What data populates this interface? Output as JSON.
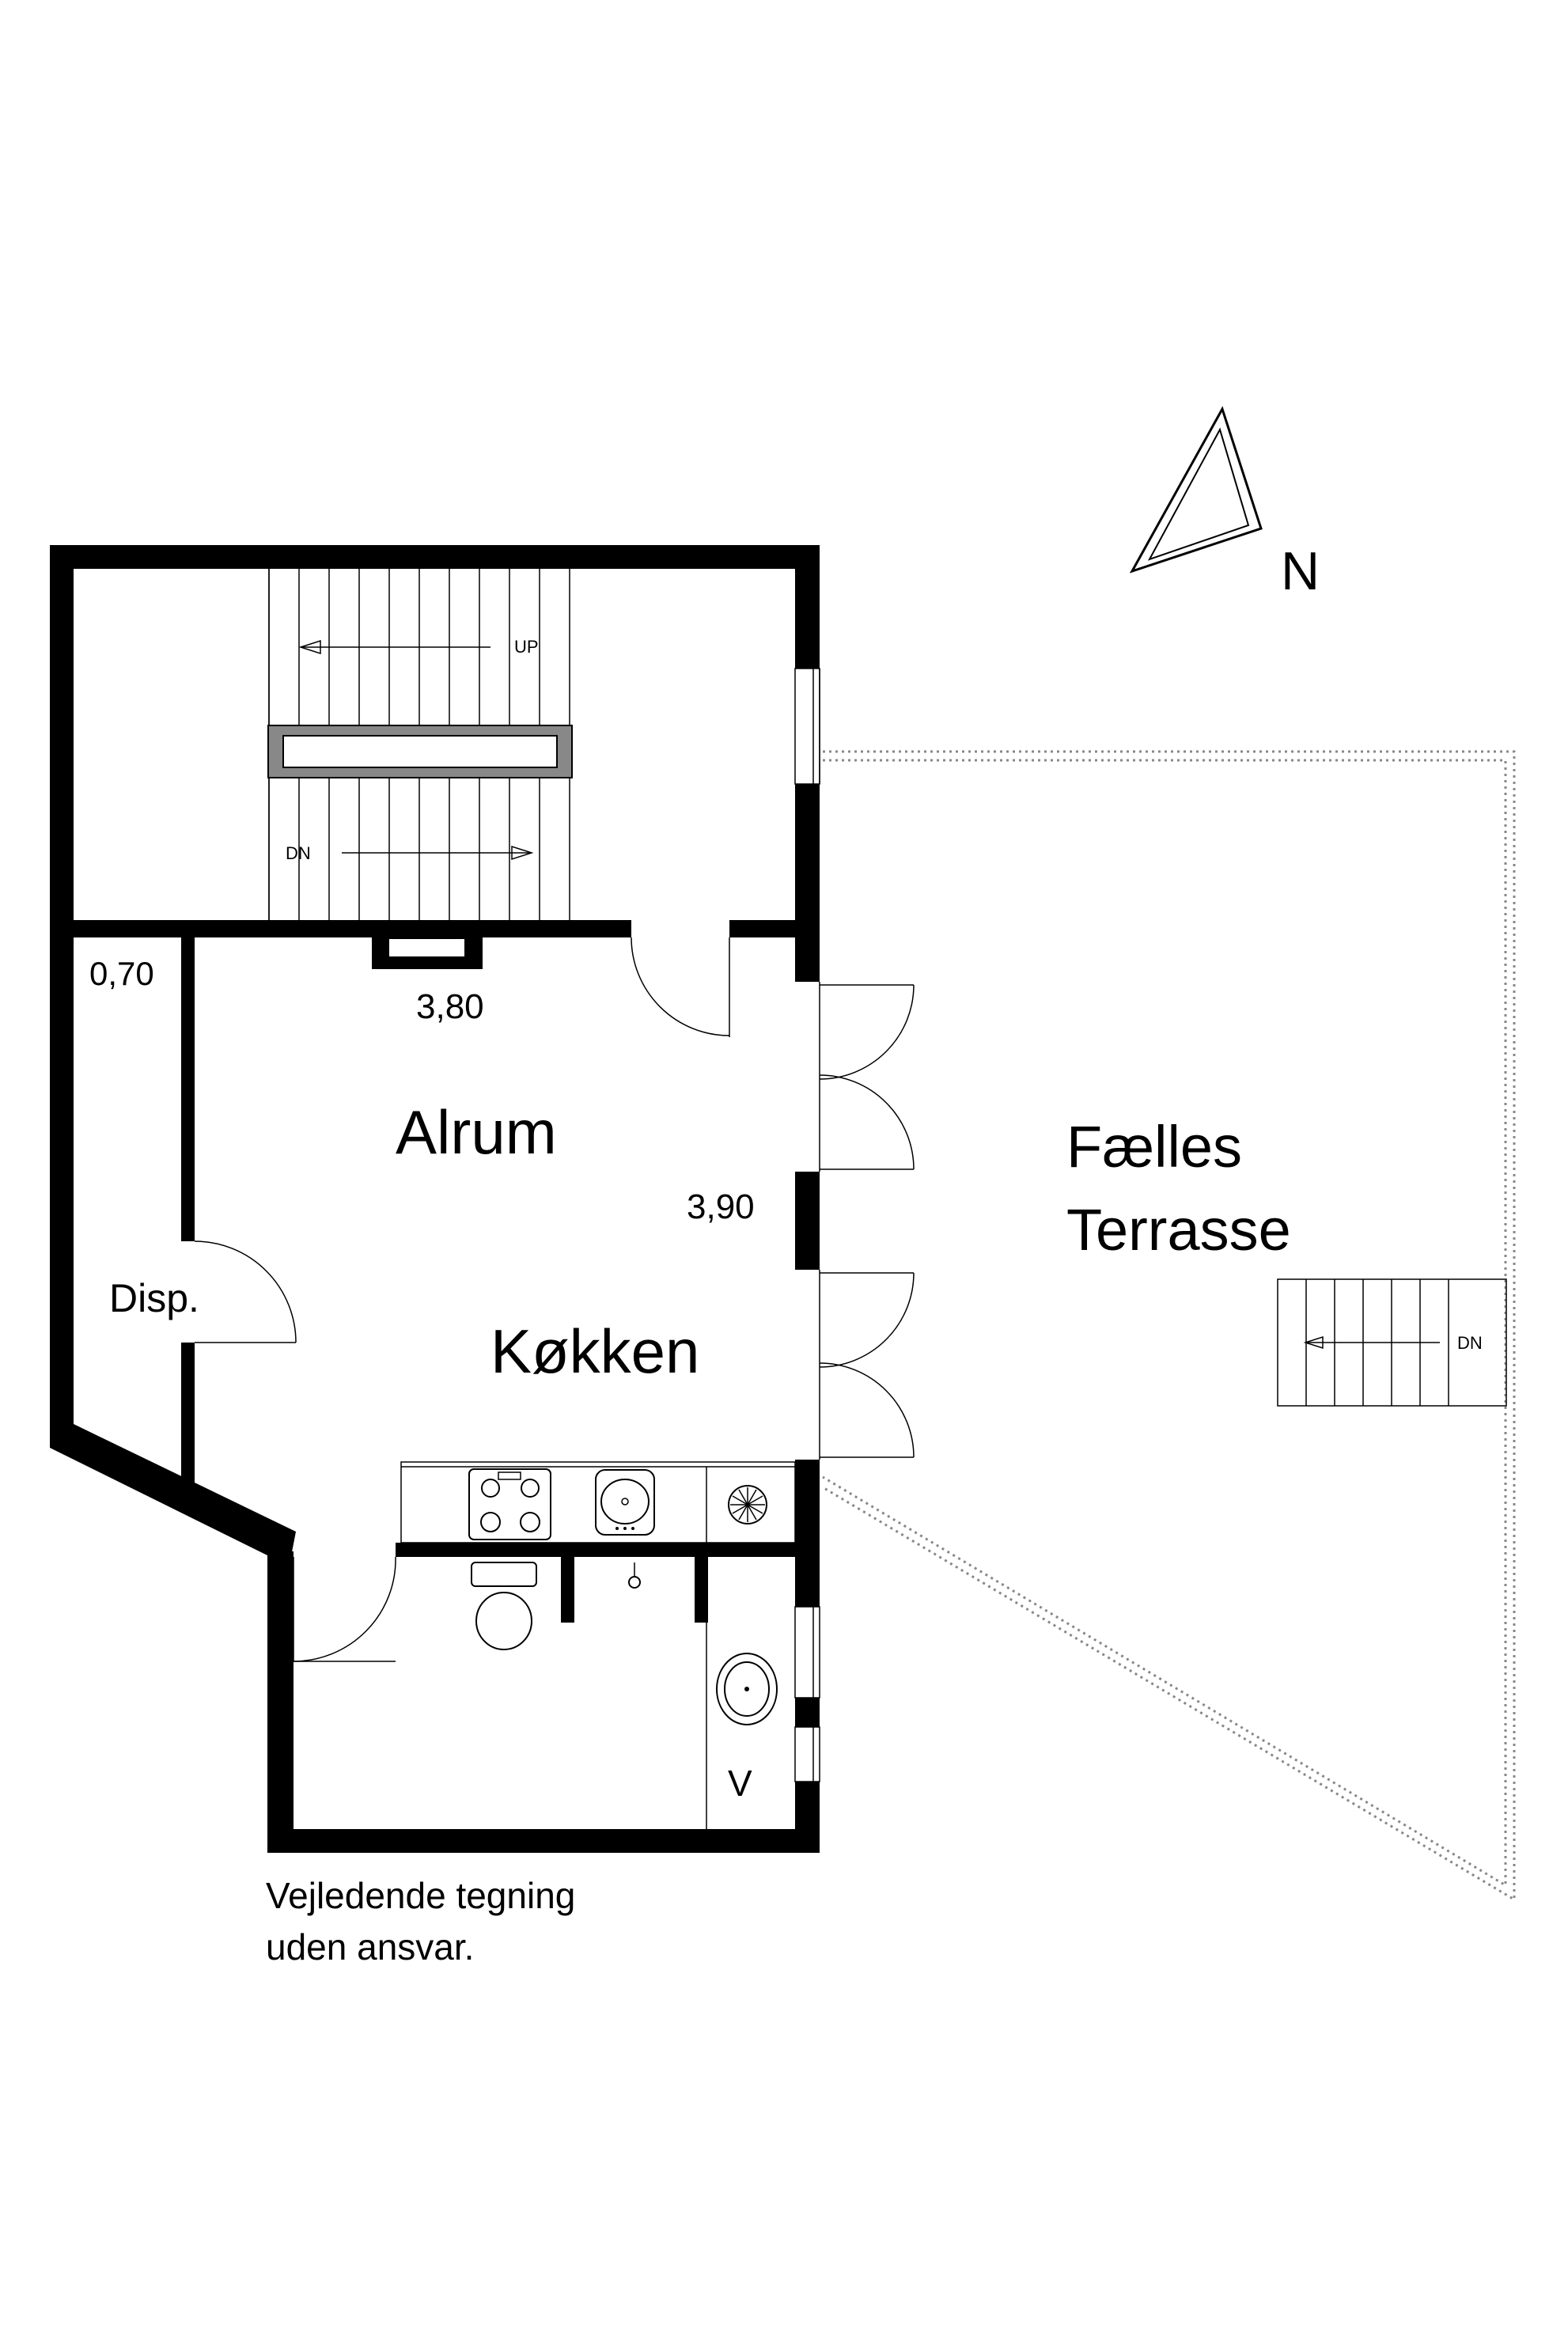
{
  "compass": {
    "label": "N"
  },
  "stairs": {
    "up_label": "UP",
    "down_label": "DN",
    "terrace_down_label": "DN"
  },
  "dimensions": {
    "width_top": "3,80",
    "width_side": "3,90",
    "disp_width": "0,70"
  },
  "rooms": {
    "alrum": "Alrum",
    "kokken": "Køkken",
    "disp": "Disp.",
    "bath": "V",
    "terrace_line1": "Fælles",
    "terrace_line2": "Terrasse"
  },
  "disclaimer": {
    "line1": "Vejledende tegning",
    "line2": "uden ansvar."
  },
  "colors": {
    "wall": "#000000",
    "terrace_outline": "#888888",
    "background": "#ffffff"
  }
}
